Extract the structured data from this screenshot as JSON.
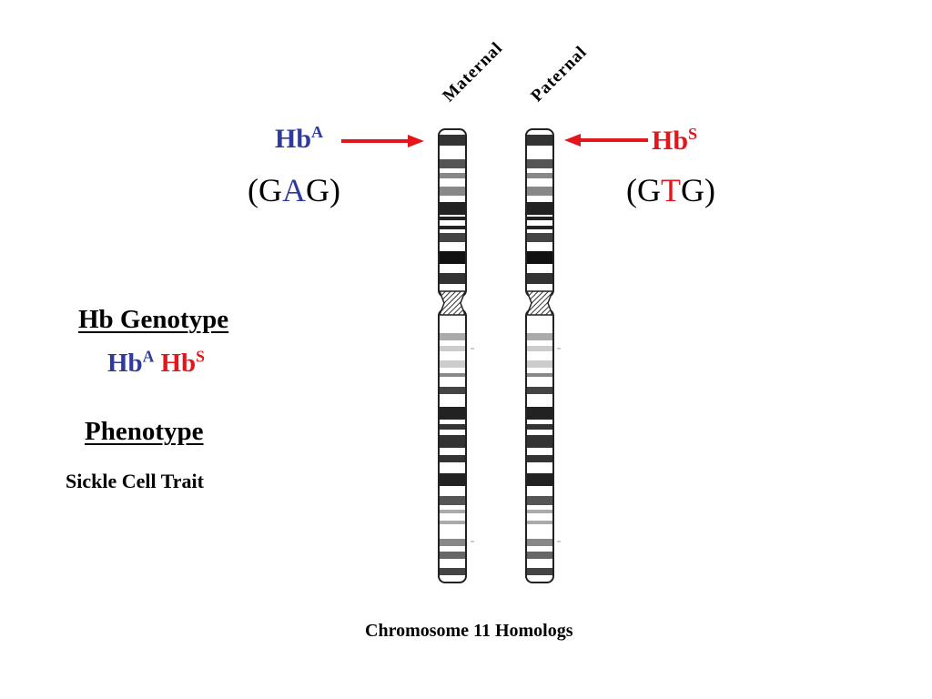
{
  "labels": {
    "maternal": "Maternal",
    "paternal": "Paternal",
    "allele_left_base": "Hb",
    "allele_left_sup": "A",
    "allele_right_base": "Hb",
    "allele_right_sup": "S",
    "codon_left_open": "(G",
    "codon_left_mid": "A",
    "codon_left_close": "G)",
    "codon_right_open": "(G",
    "codon_right_mid": "T",
    "codon_right_close": "G)",
    "genotype_heading": "Hb Genotype",
    "genotype_a_base": "Hb",
    "genotype_a_sup": "A",
    "genotype_s_base": "Hb",
    "genotype_s_sup": "S",
    "phenotype_heading": "Phenotype",
    "phenotype_value": "Sickle Cell Trait",
    "caption": "Chromosome 11 Homologs"
  },
  "colors": {
    "allele_a": "#2e3a9c",
    "allele_s": "#e4161b",
    "arrow": "#e4161b"
  }
}
